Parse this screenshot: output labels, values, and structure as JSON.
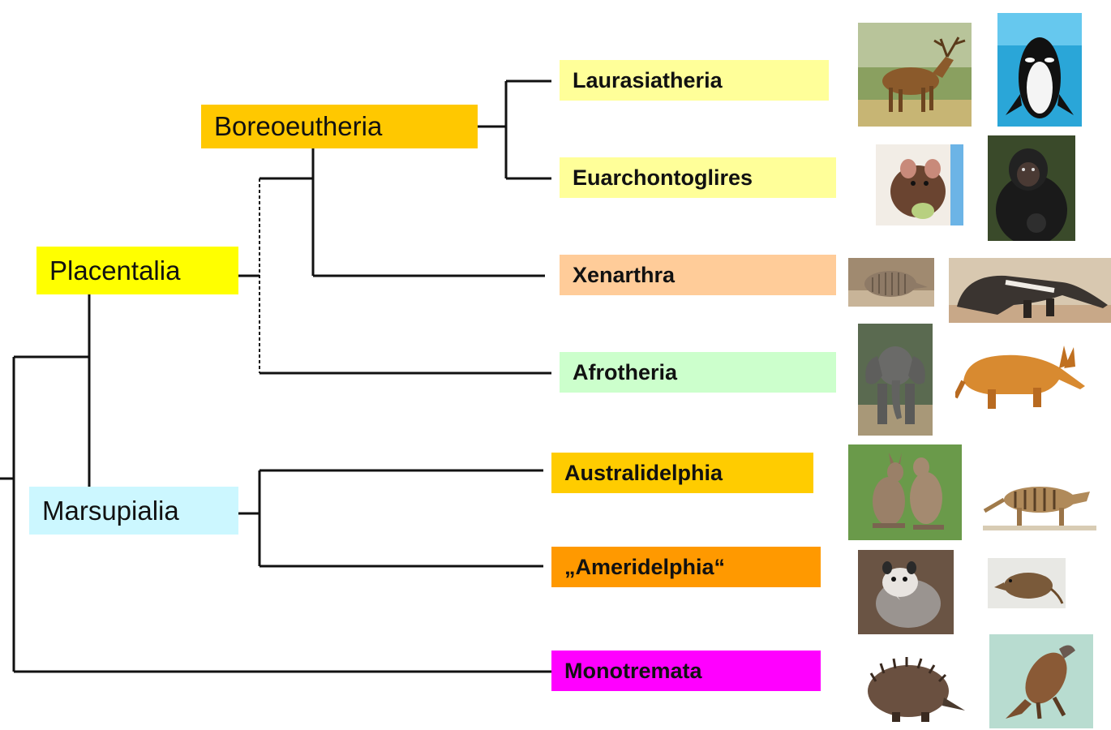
{
  "nodes": {
    "boreoeutheria": {
      "label": "Boreoeutheria",
      "color": "#FFC800"
    },
    "placentalia": {
      "label": "Placentalia",
      "color": "#FFFF00"
    },
    "marsupialia": {
      "label": "Marsupialia",
      "color": "#CCF7FF"
    }
  },
  "taxa": [
    {
      "id": "laurasiatheria",
      "label": "Laurasiatheria",
      "color": "#FFFF99",
      "images": [
        "red-deer",
        "orca"
      ]
    },
    {
      "id": "euarchontoglires",
      "label": "Euarchontoglires",
      "color": "#FFFF99",
      "images": [
        "rat",
        "bonobo"
      ]
    },
    {
      "id": "xenarthra",
      "label": "Xenarthra",
      "color": "#FFCC99",
      "images": [
        "armadillo",
        "giant-anteater"
      ]
    },
    {
      "id": "afrotheria",
      "label": "Afrotheria",
      "color": "#CCFFCC",
      "images": [
        "elephant",
        "aardvark"
      ]
    },
    {
      "id": "australidelphia",
      "label": "Australidelphia",
      "color": "#FFCC00",
      "images": [
        "kangaroo",
        "thylacine"
      ]
    },
    {
      "id": "ameridelphia",
      "label": "„Ameridelphia“",
      "color": "#FF9900",
      "images": [
        "opossum",
        "shrew-opossum"
      ]
    },
    {
      "id": "monotremata",
      "label": "Monotremata",
      "color": "#FF00FF",
      "images": [
        "echidna",
        "platypus"
      ]
    }
  ],
  "line_color": "#111111"
}
